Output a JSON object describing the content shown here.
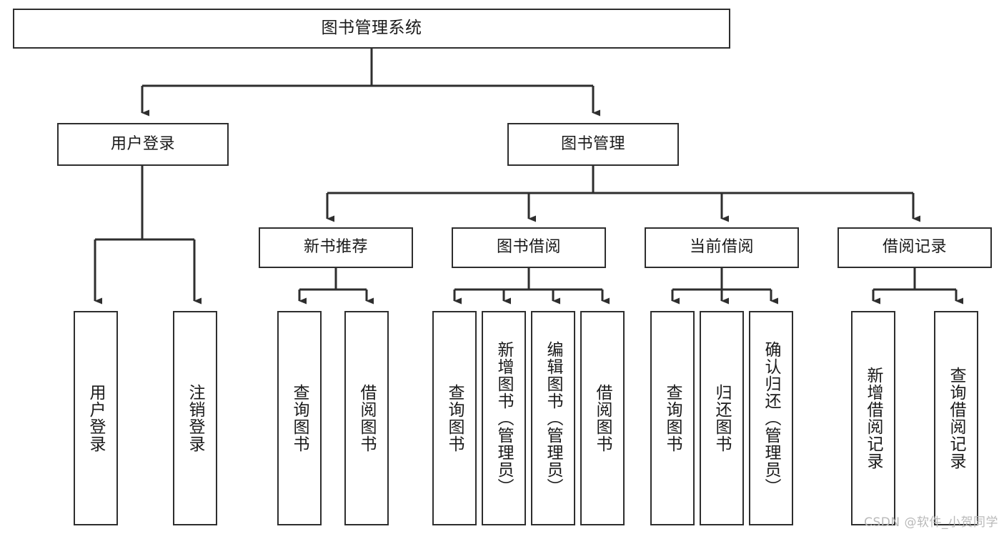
{
  "diagram": {
    "title": "图书管理系统",
    "type": "tree",
    "watermark": "CSDN @软件_小贺同学",
    "colors": {
      "stroke": "#2e2e2e",
      "fill": "#ffffff",
      "text": "#1a1a1a",
      "watermark": "#b9b9b9"
    },
    "levels": {
      "root": {
        "label": "图书管理系统"
      },
      "level2": [
        {
          "label": "用户登录"
        },
        {
          "label": "图书管理"
        }
      ],
      "level3": [
        {
          "label": "新书推荐"
        },
        {
          "label": "图书借阅"
        },
        {
          "label": "当前借阅"
        },
        {
          "label": "借阅记录"
        }
      ],
      "leaves": [
        {
          "label": "用户登录",
          "parent": "用户登录"
        },
        {
          "label": "注销登录",
          "parent": "用户登录"
        },
        {
          "label": "查询图书",
          "parent": "新书推荐"
        },
        {
          "label": "借阅图书",
          "parent": "新书推荐"
        },
        {
          "label": "查询图书",
          "parent": "图书借阅"
        },
        {
          "label": "新增图书（管理员）",
          "parent": "图书借阅"
        },
        {
          "label": "编辑图书（管理员）",
          "parent": "图书借阅"
        },
        {
          "label": "借阅图书",
          "parent": "图书借阅"
        },
        {
          "label": "查询图书",
          "parent": "当前借阅"
        },
        {
          "label": "归还图书",
          "parent": "当前借阅"
        },
        {
          "label": "确认归还（管理员）",
          "parent": "当前借阅"
        },
        {
          "label": "新增借阅记录",
          "parent": "借阅记录"
        },
        {
          "label": "查询借阅记录",
          "parent": "借阅记录"
        }
      ]
    }
  }
}
